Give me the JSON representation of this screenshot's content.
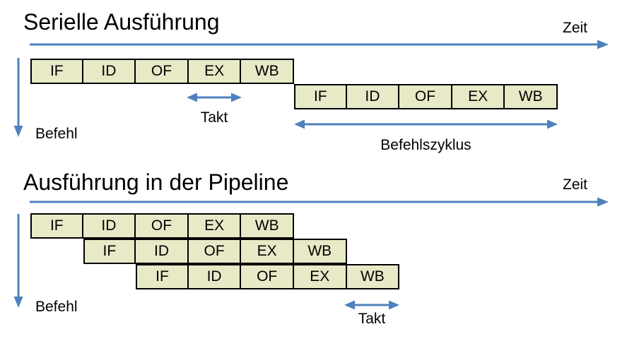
{
  "colors": {
    "arrow": "#4E81BD",
    "box_fill": "#E8E9C7",
    "box_border": "#000000",
    "background": "#FFFFFF",
    "text": "#000000"
  },
  "sections": {
    "serial": {
      "title": "Serielle Ausführung",
      "time_label": "Zeit",
      "instruction_label": "Befehl",
      "clock_label": "Takt",
      "cycle_label": "Befehlszyklus",
      "rows": [
        {
          "stages": [
            "IF",
            "ID",
            "OF",
            "EX",
            "WB"
          ]
        },
        {
          "stages": [
            "IF",
            "ID",
            "OF",
            "EX",
            "WB"
          ]
        }
      ]
    },
    "pipeline": {
      "title": "Ausführung in der Pipeline",
      "time_label": "Zeit",
      "instruction_label": "Befehl",
      "clock_label": "Takt",
      "rows": [
        {
          "stages": [
            "IF",
            "ID",
            "OF",
            "EX",
            "WB"
          ]
        },
        {
          "stages": [
            "IF",
            "ID",
            "OF",
            "EX",
            "WB"
          ]
        },
        {
          "stages": [
            "IF",
            "ID",
            "OF",
            "EX",
            "WB"
          ]
        }
      ]
    }
  }
}
